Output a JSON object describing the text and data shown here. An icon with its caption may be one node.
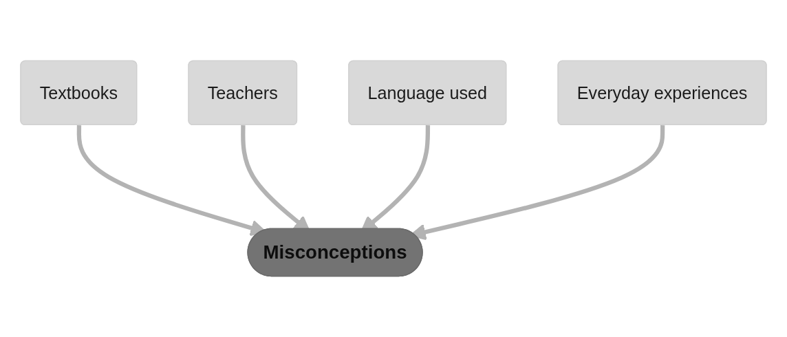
{
  "diagram": {
    "nodes": [
      {
        "text": [
          "Textbooks"
        ]
      },
      {
        "text": [
          "Teachers"
        ]
      },
      {
        "text": [
          "Misconceptions"
        ]
      },
      {
        "text": [
          "Language used"
        ]
      },
      {
        "text": [
          "Everyday experiences"
        ]
      }
    ],
    "edges": [
      {
        "from": 0,
        "to": 2,
        "arrow": "to"
      },
      {
        "from": 1,
        "to": 2,
        "arrow": "to"
      },
      {
        "from": 3,
        "to": 2,
        "arrow": "to"
      },
      {
        "from": 4,
        "to": 2,
        "arrow": "to"
      }
    ]
  }
}
